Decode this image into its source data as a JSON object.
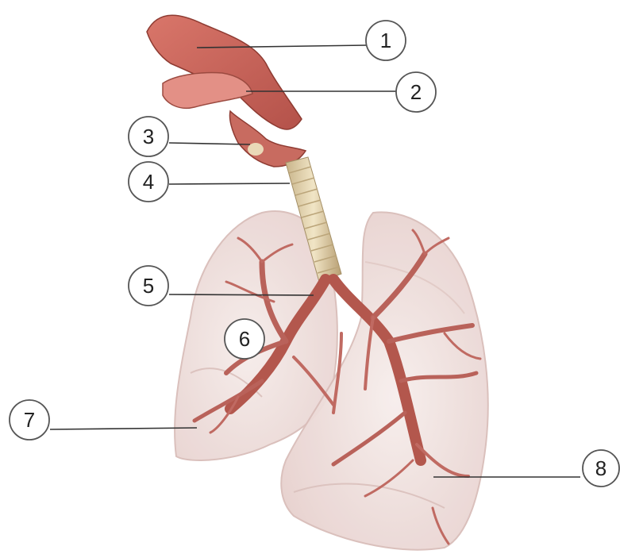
{
  "diagram": {
    "subject": "respiratory-system-illustration",
    "callouts": [
      {
        "id": "c1",
        "label": "1"
      },
      {
        "id": "c2",
        "label": "2"
      },
      {
        "id": "c3",
        "label": "3"
      },
      {
        "id": "c4",
        "label": "4"
      },
      {
        "id": "c5",
        "label": "5"
      },
      {
        "id": "c6",
        "label": "6"
      },
      {
        "id": "c7",
        "label": "7"
      },
      {
        "id": "c8",
        "label": "8"
      }
    ]
  },
  "colors": {
    "lung_fill": "#f3e4e2",
    "airway": "#c9685c",
    "airway_dark": "#8e3b32",
    "trachea_ring": "#ecdcb6",
    "callout_stroke": "#555555",
    "leader_line": "#333333"
  }
}
